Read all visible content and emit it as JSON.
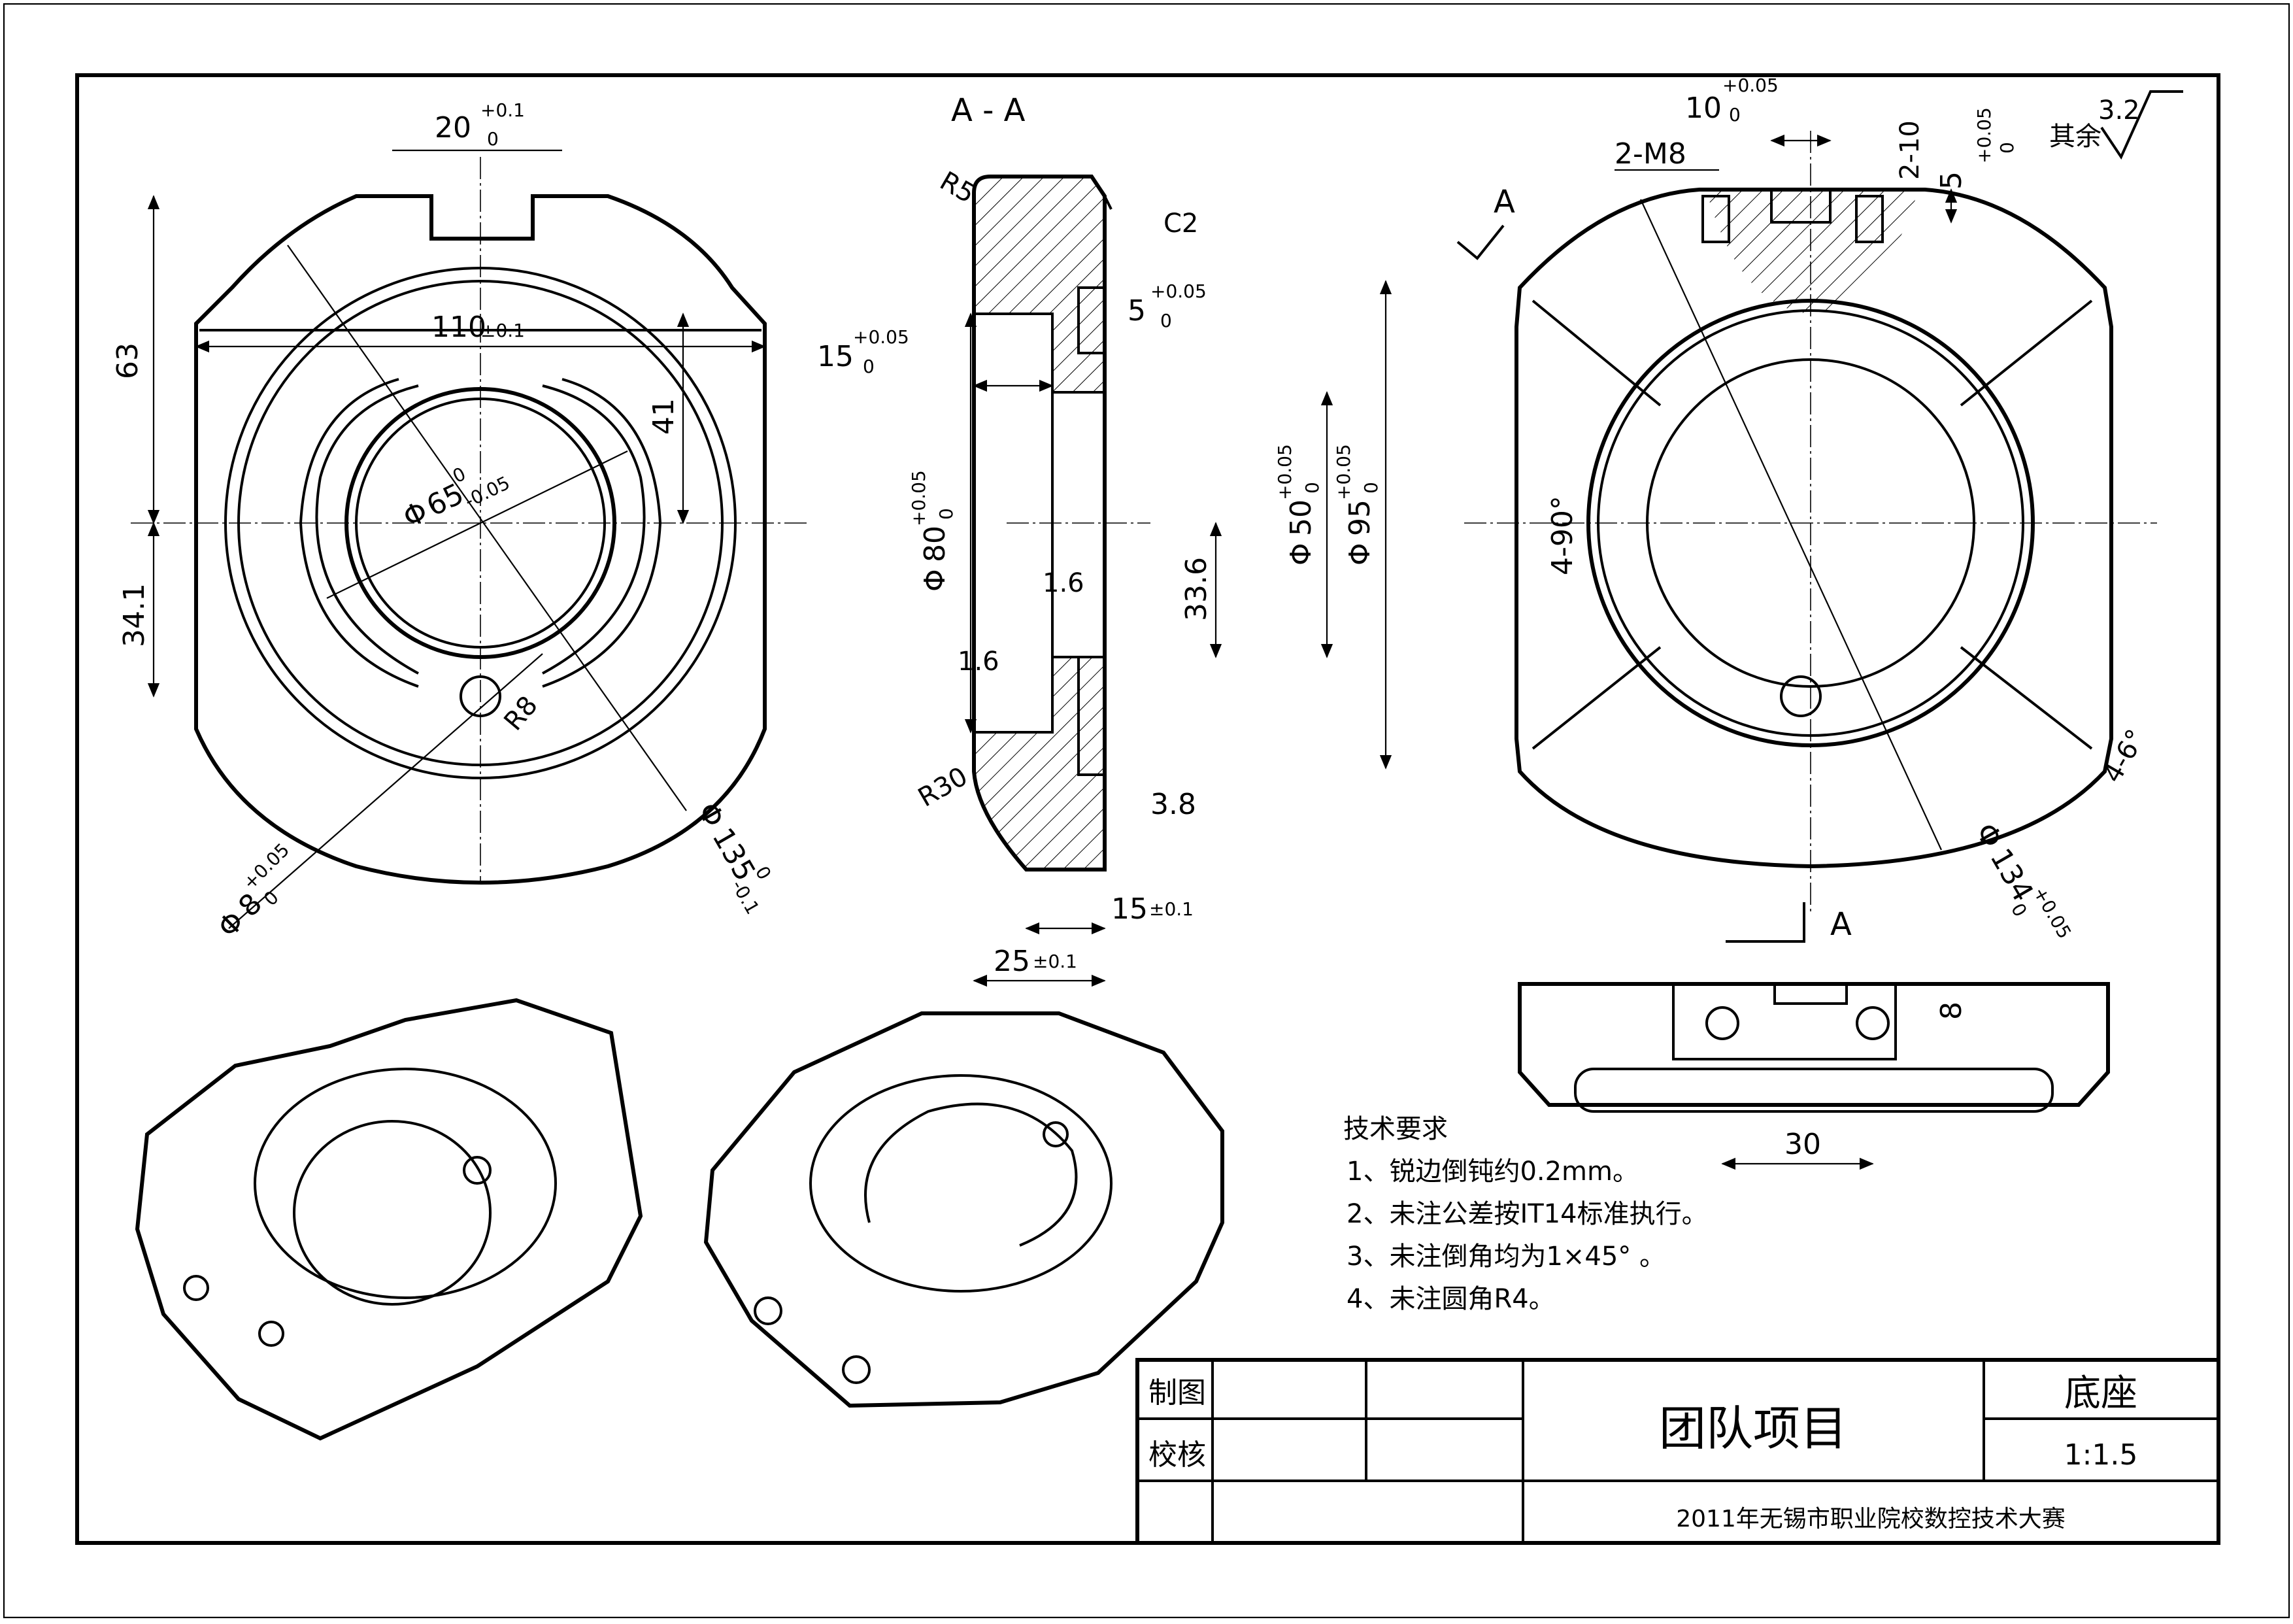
{
  "drawing": {
    "section_label": "A - A",
    "view_marker": "A",
    "front_view": {
      "slot_width": "20",
      "slot_tol_upper": "+0.1",
      "slot_tol_lower": "0",
      "width_110": "110",
      "width_110_tol": "±0.1",
      "dim_63": "63",
      "dim_41": "41",
      "dim_34_1": "34.1",
      "bore_prefix": "Φ",
      "bore_65": "65",
      "bore_65_tol_upper": "0",
      "bore_65_tol_lower": "-0.05",
      "radius_r8": "R8",
      "hole_8": "8",
      "hole_8_tol_upper": "+0.05",
      "hole_8_tol_lower": "0",
      "outer_135": "135",
      "outer_135_tol_upper": "0",
      "outer_135_tol_lower": "-0.1"
    },
    "section_view": {
      "r5": "R5",
      "chamfer_c2": "C2",
      "dim_5": "5",
      "dim_5_tol_upper": "+0.05",
      "dim_5_tol_lower": "0",
      "dim_15": "15",
      "dim_15_tol_upper": "+0.05",
      "dim_15_tol_lower": "0",
      "dia_80": "80",
      "dia_80_tol_upper": "+0.05",
      "dia_80_tol_lower": "0",
      "rough_1_6_a": "1.6",
      "rough_1_6_b": "1.6",
      "dim_33_6": "33.6",
      "dia_50": "50",
      "dia_50_tol_upper": "+0.05",
      "dia_50_tol_lower": "0",
      "dia_95": "95",
      "dia_95_tol_upper": "+0.05",
      "dia_95_tol_lower": "0",
      "r30": "R30",
      "dim_3_8": "3.8",
      "dim_15_b": "15",
      "dim_15_b_tol": "±0.1",
      "dim_25": "25",
      "dim_25_tol": "±0.1"
    },
    "back_view": {
      "dim_10": "10",
      "dim_10_tol_upper": "+0.05",
      "dim_10_tol_lower": "0",
      "thread": "2-M8",
      "dim_2_10": "2-10",
      "dim_5": "5",
      "dim_5_tol_upper": "+0.05",
      "dim_5_tol_lower": "0",
      "rest_label": "其余",
      "rest_roughness": "3.2",
      "angle_4_90": "4-90°",
      "angle_4_6": "4-6°",
      "dia_134": "134",
      "dia_134_tol_upper": "+0.05",
      "dia_134_tol_lower": "0",
      "side_dim_8": "8",
      "side_dim_30": "30"
    },
    "tech_requirements": {
      "title": "技术要求",
      "items": [
        "1、锐边倒钝约0.2mm。",
        "2、未注公差按IT14标准执行。",
        "3、未注倒角均为1×45° 。",
        "4、未注圆角R4。"
      ]
    }
  },
  "title_block": {
    "label_drawn": "制图",
    "label_checked": "校核",
    "project_name": "团队项目",
    "part_name": "底座",
    "scale": "1:1.5",
    "event": "2011年无锡市职业院校数控技术大赛"
  }
}
